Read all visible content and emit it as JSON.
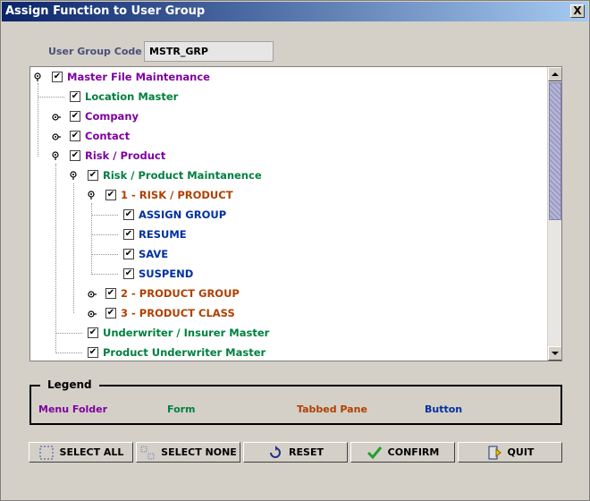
{
  "window": {
    "title": "Assign Function to User Group",
    "close_glyph": "X"
  },
  "form": {
    "user_group_code_label": "User Group Code",
    "user_group_code_value": "MSTR_GRP"
  },
  "tree": {
    "check_glyph": "✔",
    "nodes": [
      {
        "label": "Master File Maintenance",
        "type": "menu",
        "checked": true,
        "expanded": true
      },
      {
        "label": "Location Master",
        "type": "form",
        "checked": true
      },
      {
        "label": "Company",
        "type": "menu",
        "checked": true,
        "expanded": false
      },
      {
        "label": "Contact",
        "type": "menu",
        "checked": true,
        "expanded": false
      },
      {
        "label": "Risk / Product",
        "type": "menu",
        "checked": true,
        "expanded": true
      },
      {
        "label": "Risk / Product Maintanence",
        "type": "form",
        "checked": true,
        "expanded": true
      },
      {
        "label": "1 - RISK / PRODUCT",
        "type": "tabbed",
        "checked": true,
        "expanded": true
      },
      {
        "label": "ASSIGN GROUP",
        "type": "button",
        "checked": true
      },
      {
        "label": "RESUME",
        "type": "button",
        "checked": true
      },
      {
        "label": "SAVE",
        "type": "button",
        "checked": true
      },
      {
        "label": "SUSPEND",
        "type": "button",
        "checked": true
      },
      {
        "label": "2 - PRODUCT GROUP",
        "type": "tabbed",
        "checked": true,
        "expanded": false
      },
      {
        "label": "3 - PRODUCT CLASS",
        "type": "tabbed",
        "checked": true,
        "expanded": false
      },
      {
        "label": "Underwriter / Insurer Master",
        "type": "form",
        "checked": true
      },
      {
        "label": "Product Underwriter Master",
        "type": "form",
        "checked": true
      }
    ]
  },
  "legend": {
    "title": "Legend",
    "items": [
      {
        "label": "Menu Folder",
        "color": "#8000a0"
      },
      {
        "label": "Form",
        "color": "#008040"
      },
      {
        "label": "Tabbed Pane",
        "color": "#b04000"
      },
      {
        "label": "Button",
        "color": "#0030a0"
      }
    ]
  },
  "buttons": {
    "select_all": "SELECT ALL",
    "select_none": "SELECT NONE",
    "reset": "RESET",
    "confirm": "CONFIRM",
    "quit": "QUIT"
  },
  "colors": {
    "menu": "#8000a0",
    "form": "#008040",
    "tabbed": "#b04000",
    "button": "#0030a0"
  }
}
